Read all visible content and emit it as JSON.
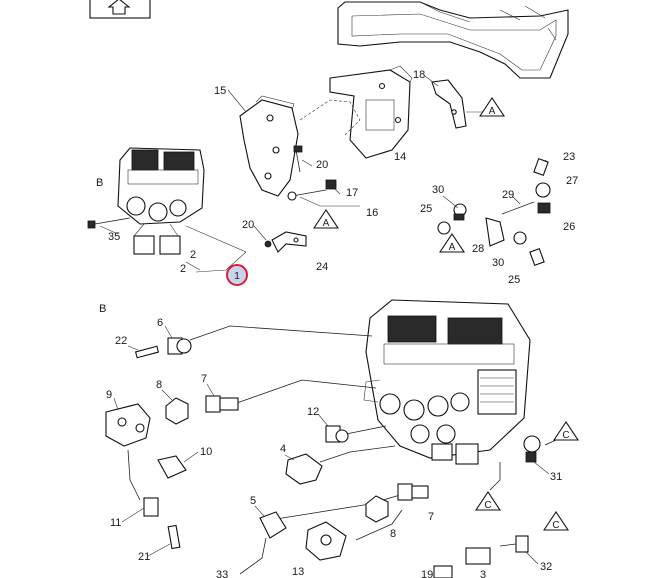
{
  "colors": {
    "marker": "#d9202e",
    "marker_fill": "#c8d4ec",
    "ink": "#111111"
  },
  "icons": {
    "nav_up": "up-arrow-icon"
  },
  "sections": {
    "b_top": "B",
    "b_detail": "B"
  },
  "callout_marker": "1",
  "ref_letters": {
    "a1": "A",
    "a2": "A",
    "a3": "A",
    "c1": "C",
    "c2": "C",
    "c3": "C"
  },
  "labels": {
    "p15": "15",
    "p18": "18",
    "p20a": "20",
    "p14": "14",
    "p17": "17",
    "p16": "16",
    "p20b": "20",
    "p24": "24",
    "p35": "35",
    "p2a": "2",
    "p2b": "2",
    "p23": "23",
    "p27": "27",
    "p30a": "30",
    "p29": "29",
    "p25a": "25",
    "p26": "26",
    "p28": "28",
    "p30b": "30",
    "p25b": "25",
    "p22": "22",
    "p6": "6",
    "p8a": "8",
    "p7a": "7",
    "p9": "9",
    "p10": "10",
    "p12": "12",
    "p4": "4",
    "p5": "5",
    "p11": "11",
    "p21": "21",
    "p8b": "8",
    "p7b": "7",
    "p13": "13",
    "p31": "31",
    "p32": "32",
    "p3": "3",
    "p19": "19",
    "p33": "33"
  }
}
